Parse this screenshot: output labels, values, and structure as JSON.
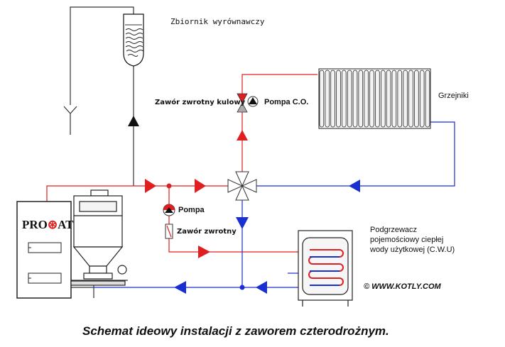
{
  "labels": {
    "expansion_tank": "Zbiornik wyrównawczy",
    "radiators": "Grzejniki",
    "ball_check_valve": "Zawór zwrotny kulowy",
    "pump_co": "Pompa C.O.",
    "pump": "Pompa",
    "check_valve": "Zawór zwrotny",
    "boiler_brand_part1": "PRO",
    "boiler_brand_part2": "AT",
    "heater_line1": "Podgrzewacz",
    "heater_line2": "pojemościowy ciepłej",
    "heater_line3": "wody użytkowej (C.W.U)",
    "website": "©  WWW.KOTLY.COM",
    "caption": "Schemat ideowy instalacji z zaworem czterodrożnym."
  },
  "colors": {
    "supply": "#e02020",
    "return": "#1a2fcf",
    "neutral": "#111111",
    "pipe_black": "#333333"
  },
  "icons": {
    "flow_arrow": "triangle",
    "four_way_valve": "four-way-valve-symbol",
    "pump_symbol": "pump-circle-symbol",
    "check_valve_symbol": "check-valve-symbol"
  }
}
